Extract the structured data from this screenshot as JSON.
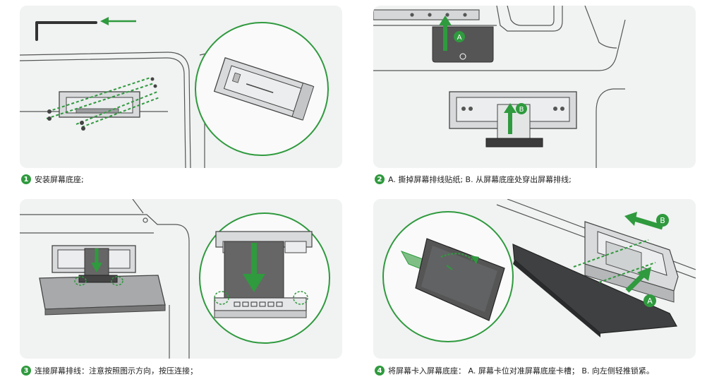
{
  "steps": [
    {
      "number": "1",
      "caption": "安装屏幕底座;"
    },
    {
      "number": "2",
      "caption": "A. 撕掉屏幕排线贴纸; B. 从屏幕底座处穿出屏幕排线;"
    },
    {
      "number": "3",
      "caption": "连接屏幕排线：注意按照图示方向，按压连接；"
    },
    {
      "number": "4",
      "caption": "将屏幕卡入屏幕底座： A. 屏幕卡位对准屏幕底座卡槽； B. 向左侧轻推锁紧。"
    }
  ],
  "labels": {
    "a": "A",
    "b": "B"
  },
  "colors": {
    "accent": "#2f9a3e",
    "panel_bg": "#f1f2f2",
    "line": "#333333"
  },
  "icons": [
    "allen-key-icon",
    "arrow-icon",
    "zoom-circle-icon"
  ]
}
